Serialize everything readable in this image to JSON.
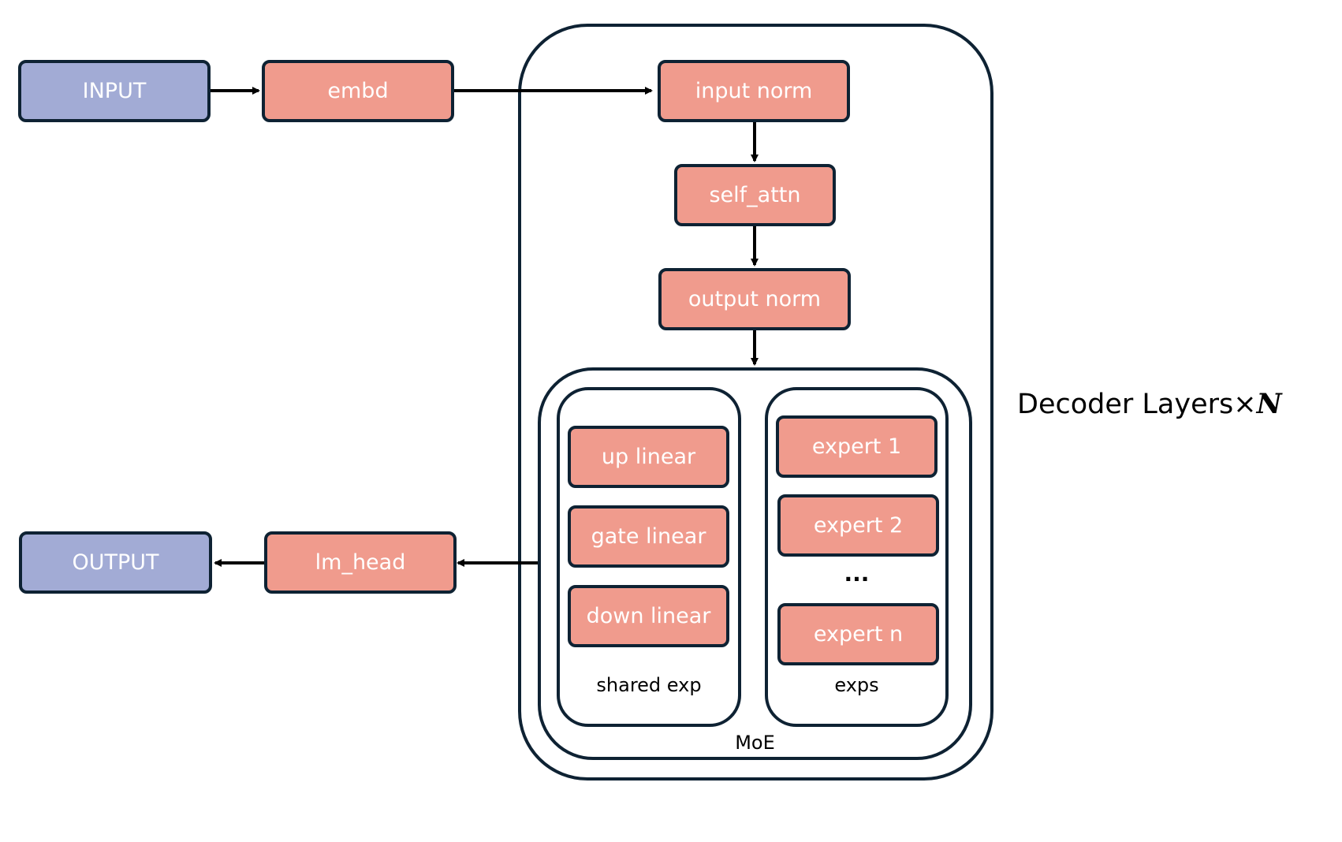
{
  "diagram": {
    "input": "INPUT",
    "output": "OUTPUT",
    "embd": "embd",
    "lm_head": "lm_head",
    "input_norm": "input norm",
    "self_attn": "self_attn",
    "output_norm": "output norm",
    "shared_exp": {
      "label": "shared exp",
      "up": "up linear",
      "gate": "gate linear",
      "down": "down linear"
    },
    "exps": {
      "label": "exps",
      "expert1": "expert 1",
      "expert2": "expert 2",
      "ellipsis": "...",
      "expertn": "expert n"
    },
    "moe_label": "MoE",
    "decoder_label": "Decoder Layers×",
    "decoder_n": "N"
  },
  "colors": {
    "io_fill": "#a2abd5",
    "op_fill": "#f09b8d",
    "border": "#0e2233"
  }
}
